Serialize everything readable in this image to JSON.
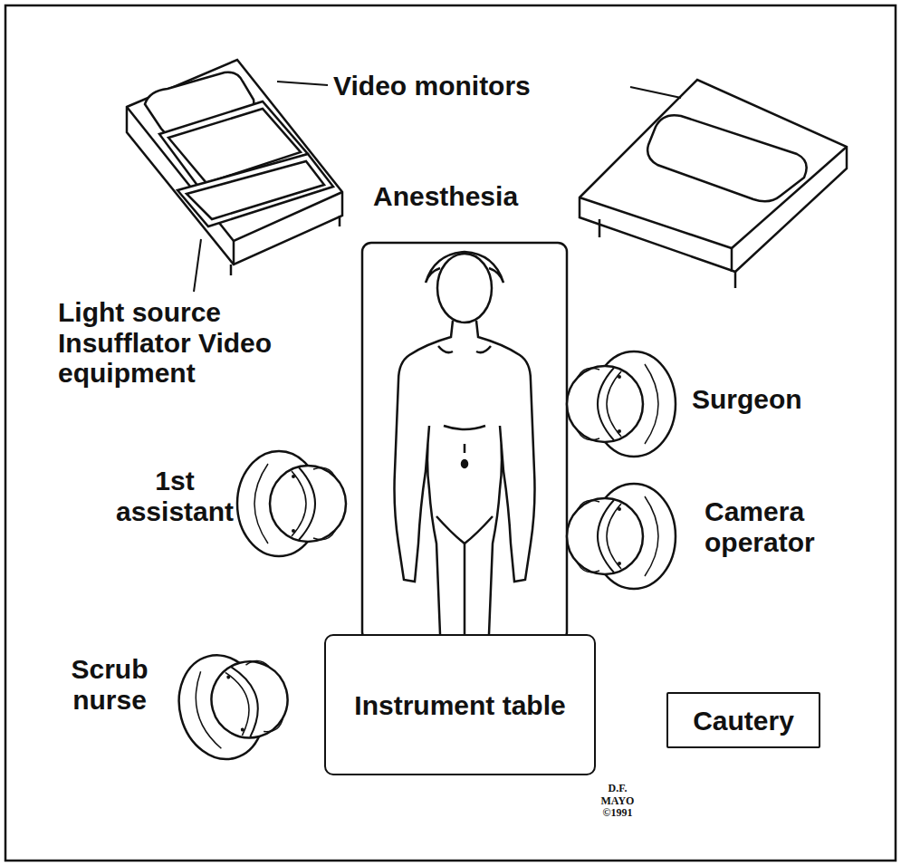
{
  "diagram": {
    "nodes": [
      {
        "text": [
          "Instrument table"
        ]
      },
      {
        "text": [
          "Cautery"
        ]
      }
    ],
    "labels": [
      "Video monitors",
      "Anesthesia",
      "Light source Insufflator Video equipment",
      "Surgeon",
      "1st assistant",
      "Camera operator",
      "Scrub nurse",
      "D.F.",
      "MAYO",
      "©1991"
    ]
  }
}
